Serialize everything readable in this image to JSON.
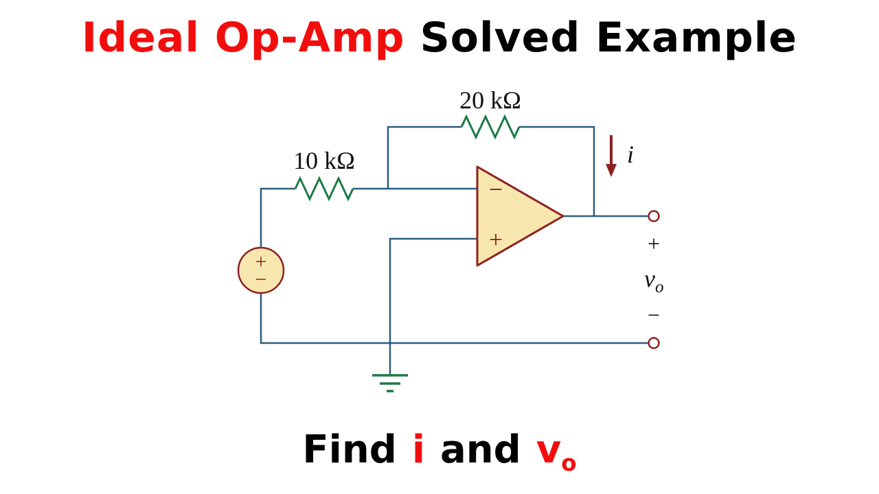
{
  "title": {
    "red_part": "Ideal Op-Amp",
    "black_part": "Solved Example"
  },
  "circuit": {
    "feedback_resistor_label": "20 kΩ",
    "input_resistor_label": "10 kΩ",
    "current_label": "i",
    "opamp_minus": "−",
    "opamp_plus": "+",
    "source_plus": "+",
    "source_minus": "−",
    "output_plus": "+",
    "output_voltage_base": "v",
    "output_voltage_sub": "o",
    "output_minus": "−"
  },
  "question": {
    "find": "Find",
    "i": "i",
    "and": "and",
    "v": "v",
    "o": "o"
  },
  "colors": {
    "wire_blue": "#2b5d7d",
    "resistor_green": "#1a7a45",
    "component_maroon": "#8e2020",
    "component_fill": "#f7e7ae",
    "accent_red": "#f20d0d",
    "text_black": "#000000",
    "background": "#ffffff"
  }
}
